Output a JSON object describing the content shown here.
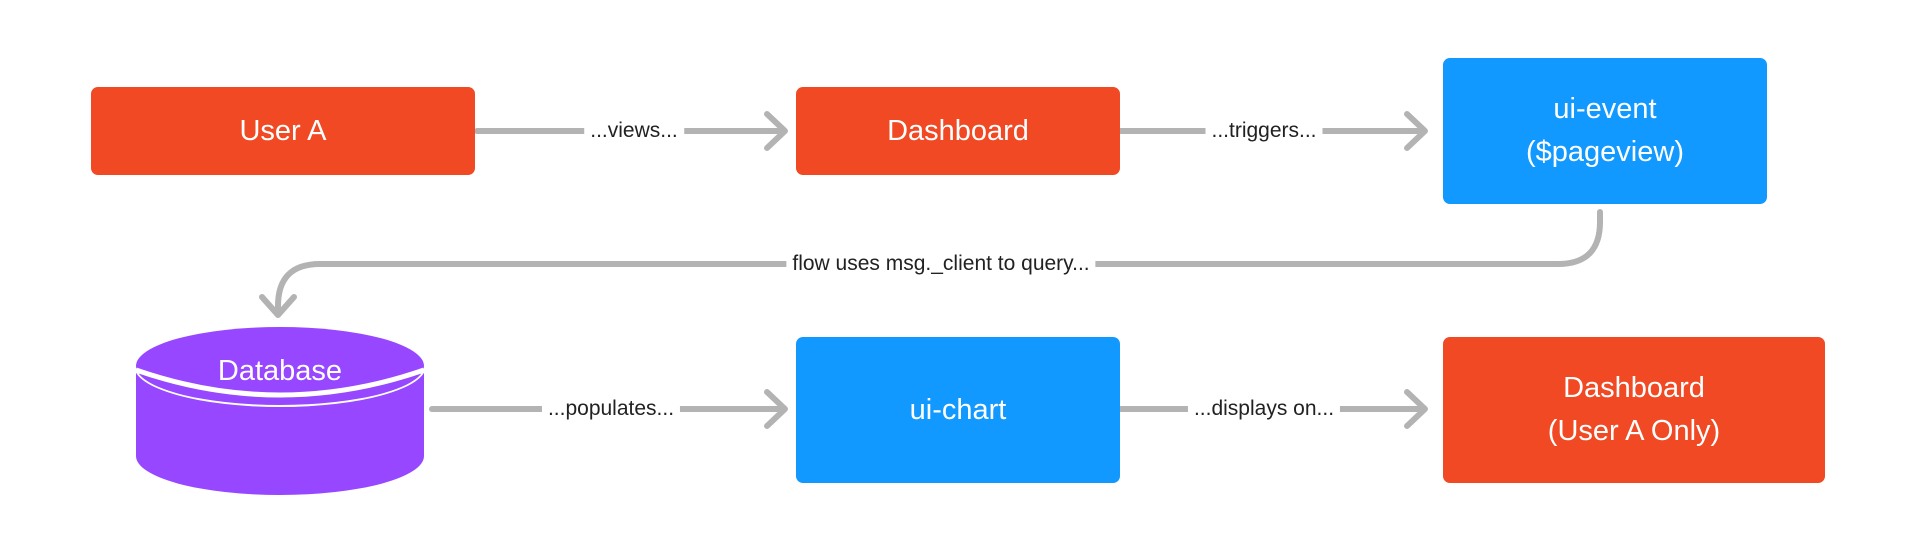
{
  "colors": {
    "orange": "#F04923",
    "blue": "#1199FF",
    "purple": "#9747FF",
    "connector": "#B3B3B3",
    "label_text": "#222222"
  },
  "nodes": {
    "user_a": {
      "label": "User A",
      "shape": "rectangle",
      "color": "orange"
    },
    "dashboard": {
      "label": "Dashboard",
      "shape": "rectangle",
      "color": "orange"
    },
    "ui_event": {
      "line1": "ui-event",
      "line2": "($pageview)",
      "shape": "rectangle",
      "color": "blue"
    },
    "database": {
      "label": "Database",
      "shape": "cylinder",
      "color": "purple"
    },
    "ui_chart": {
      "label": "ui-chart",
      "shape": "rectangle",
      "color": "blue"
    },
    "dashboard_user_a": {
      "line1": "Dashboard",
      "line2": "(User A Only)",
      "shape": "rectangle",
      "color": "orange"
    }
  },
  "edges": [
    {
      "from": "user_a",
      "to": "dashboard",
      "label": "...views..."
    },
    {
      "from": "dashboard",
      "to": "ui_event",
      "label": "...triggers..."
    },
    {
      "from": "ui_event",
      "to": "database",
      "label": "flow uses msg._client to query..."
    },
    {
      "from": "database",
      "to": "ui_chart",
      "label": "...populates..."
    },
    {
      "from": "ui_chart",
      "to": "dashboard_user_a",
      "label": "...displays on..."
    }
  ]
}
